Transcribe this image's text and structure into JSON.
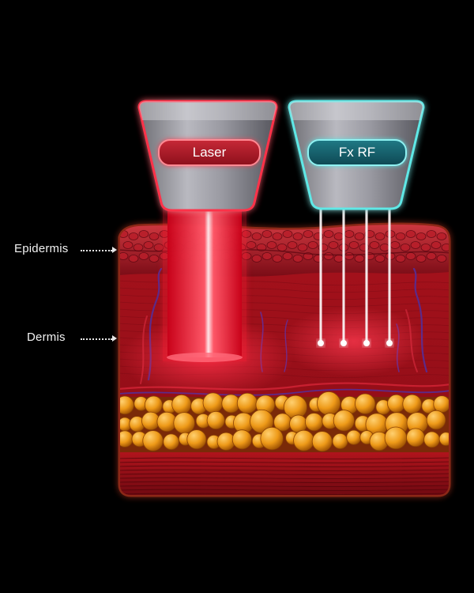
{
  "labels": {
    "epidermis": "Epidermis",
    "dermis": "Dermis",
    "laser": "Laser",
    "fx_rf": "Fx RF"
  },
  "colors": {
    "background": "#000000",
    "skin_red": "#b0141e",
    "laser_glow": "#ff2a3c",
    "rf_glow": "#6ee8e8",
    "fat": "#f0a020"
  },
  "rf_needle_count": 4
}
